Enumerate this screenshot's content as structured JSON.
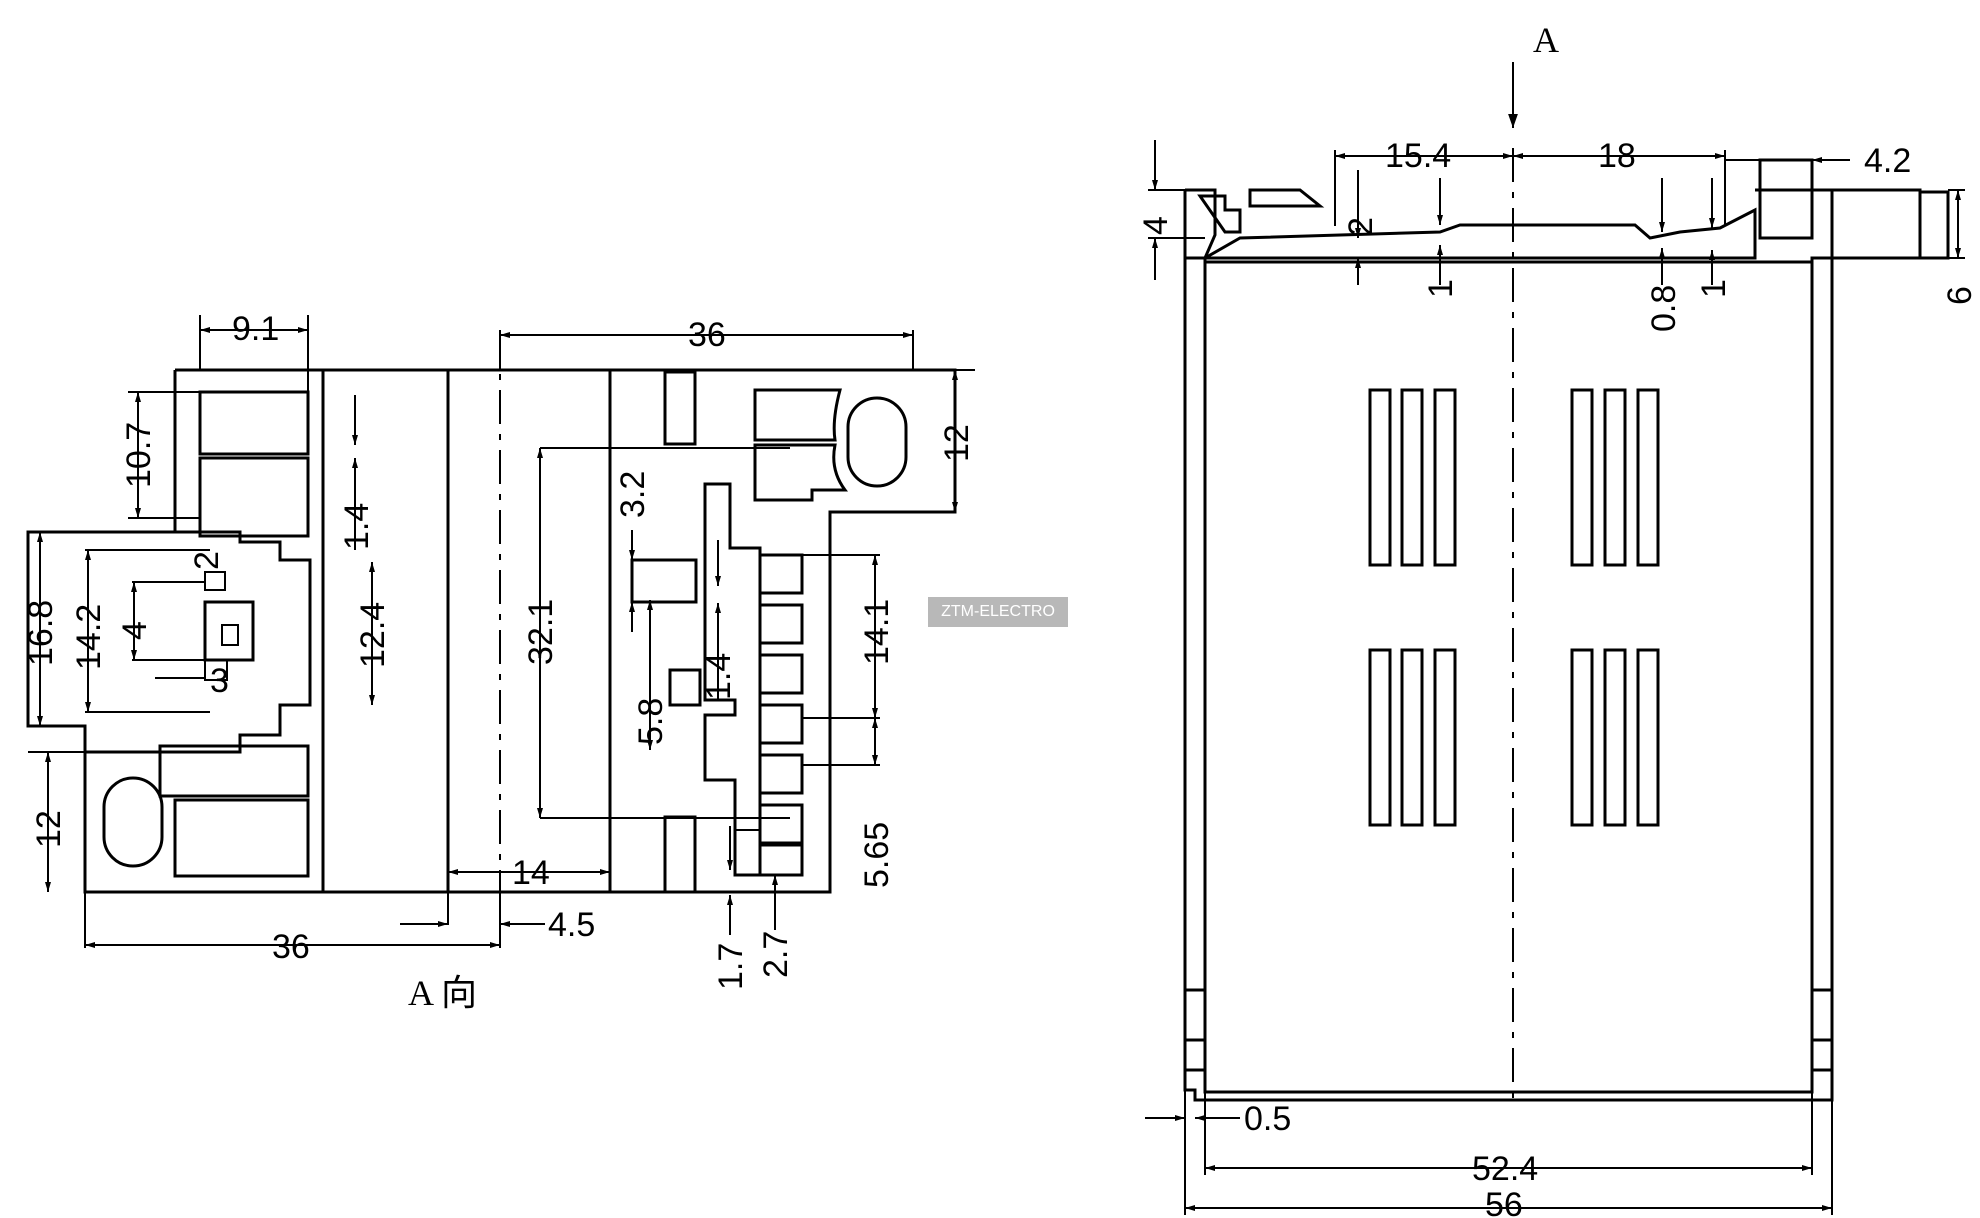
{
  "labels": {
    "view_arrow": "A",
    "view_caption": "A 向"
  },
  "watermark": "ZTM-ELECTRO",
  "left_view": {
    "dims": {
      "d9_1": "9.1",
      "d36_top": "36",
      "d10_7": "10.7",
      "d1_4_a": "1.4",
      "d12_right": "12",
      "d16_8": "16.8",
      "d14_2": "14.2",
      "d2": "2",
      "d4": "4",
      "d3": "3",
      "d12_4": "12.4",
      "d32_1": "32.1",
      "d3_2": "3.2",
      "d5_8": "5.8",
      "d1_4_b": "1.4",
      "d14_1": "14.1",
      "d12_left": "12",
      "d14": "14",
      "d4_5": "4.5",
      "d36_bottom": "36",
      "d5_65": "5.65",
      "d1_7": "1.7",
      "d2_7": "2.7"
    }
  },
  "right_view": {
    "dims": {
      "d15_4": "15.4",
      "d18": "18",
      "d4_2": "4.2",
      "d4": "4",
      "d2": "2",
      "d1_a": "1",
      "d0_8": "0.8",
      "d1_b": "1",
      "d6": "6",
      "d0_5": "0.5",
      "d52_4": "52.4",
      "d56": "56"
    }
  }
}
